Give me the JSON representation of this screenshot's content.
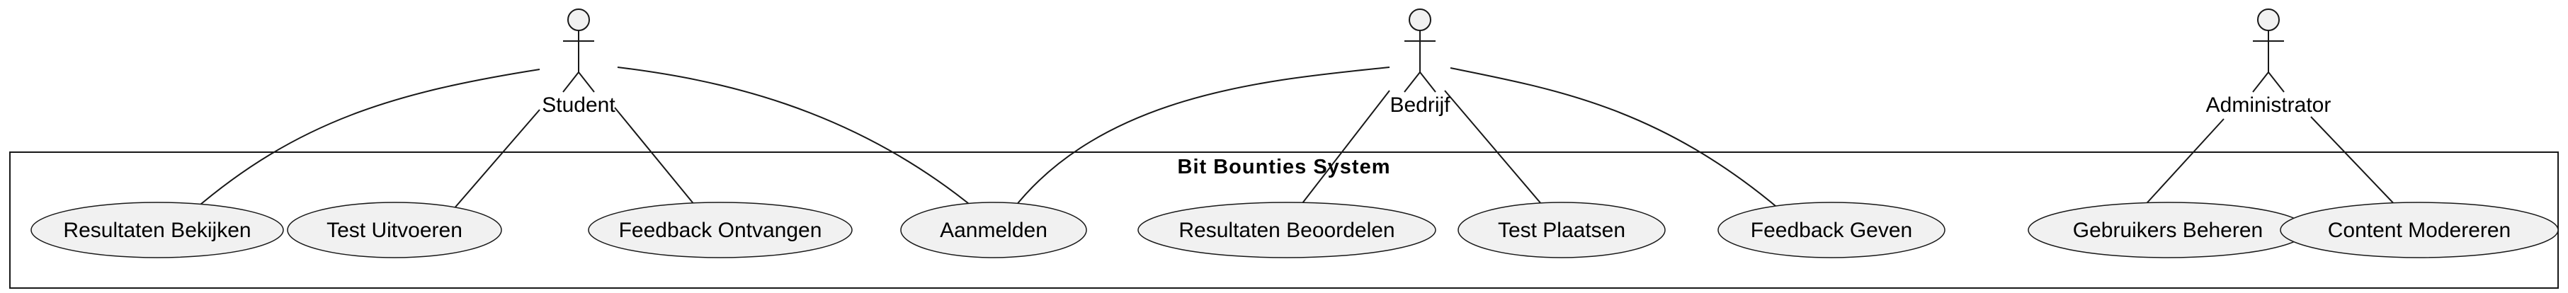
{
  "system": {
    "title": "Bit Bounties System"
  },
  "actors": {
    "student": "Student",
    "bedrijf": "Bedrijf",
    "administrator": "Administrator"
  },
  "use_cases": {
    "resultaten_bekijken": "Resultaten Bekijken",
    "test_uitvoeren": "Test Uitvoeren",
    "feedback_ontvangen": "Feedback Ontvangen",
    "aanmelden": "Aanmelden",
    "resultaten_beoordelen": "Resultaten Beoordelen",
    "test_plaatsen": "Test Plaatsen",
    "feedback_geven": "Feedback Geven",
    "gebruikers_beheren": "Gebruikers Beheren",
    "content_modereren": "Content Modereren"
  },
  "colors": {
    "fill": "#f1f1f1",
    "stroke": "#181818",
    "background": "#ffffff"
  }
}
